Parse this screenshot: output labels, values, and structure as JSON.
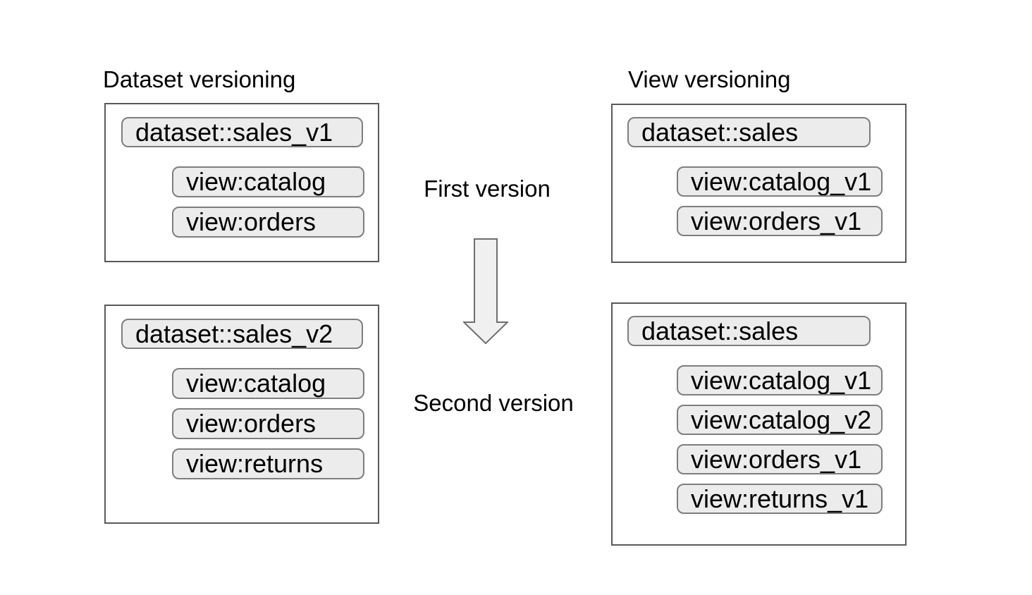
{
  "columns": {
    "dataset_versioning": {
      "heading": "Dataset versioning",
      "first_box": {
        "dataset_label": "dataset::sales_v1",
        "views": [
          "view:catalog",
          "view:orders"
        ]
      },
      "second_box": {
        "dataset_label": "dataset::sales_v2",
        "views": [
          "view:catalog",
          "view:orders",
          "view:returns"
        ]
      }
    },
    "view_versioning": {
      "heading": "View versioning",
      "first_box": {
        "dataset_label": "dataset::sales",
        "views": [
          "view:catalog_v1",
          "view:orders_v1"
        ]
      },
      "second_box": {
        "dataset_label": "dataset::sales",
        "views": [
          "view:catalog_v1",
          "view:catalog_v2",
          "view:orders_v1",
          "view:returns_v1"
        ]
      }
    }
  },
  "center": {
    "first_version_label": "First version",
    "second_version_label": "Second version",
    "arrow_icon": "down-arrow-icon"
  },
  "colors": {
    "background": "#ffffff",
    "text": "#000000",
    "box_border": "#595959",
    "pill_fill": "#ececec",
    "pill_border": "#7e7e7e",
    "arrow_fill": "#f0f0f0",
    "arrow_border": "#6e6e6e"
  }
}
